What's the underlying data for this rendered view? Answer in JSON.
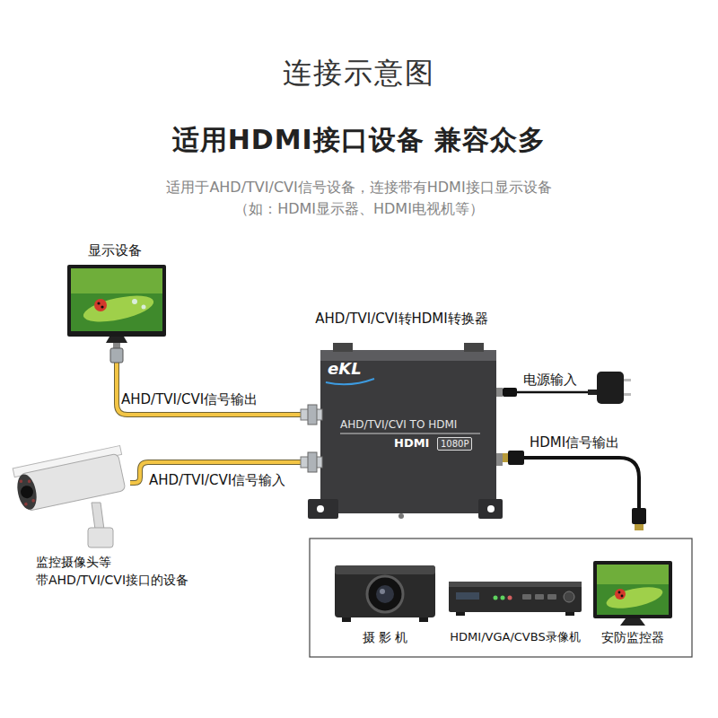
{
  "diagram": {
    "title": "连接示意图",
    "nodes": [
      {
        "text": [
          "显示设备"
        ]
      },
      {
        "text": [
          "AHD/TVI/CVI转HDMI转换器",
          "eKL",
          "AHD/TVI/CVI TO HDMI",
          "HDMI"
        ]
      },
      {
        "text": [
          "1080P"
        ],
        "in": 1
      },
      {
        "text": [
          "电源输入"
        ]
      },
      {
        "text": [
          "监控摄像头等",
          "带AHD/TVI/CVI接口的设备"
        ]
      },
      {
        "text": [
          "摄 影 机"
        ]
      },
      {
        "text": [
          "HDMI/VGA/CVBS录像机"
        ]
      },
      {
        "text": [
          "安防监控器"
        ]
      }
    ],
    "edges": [
      {
        "from": 1,
        "to": 0,
        "arrow": "none",
        "label": "AHD/TVI/CVI信号输出"
      },
      {
        "from": 3,
        "to": 1,
        "arrow": "none"
      },
      {
        "from": 4,
        "to": 1,
        "arrow": "none",
        "label": "AHD/TVI/CVI信号输入"
      }
    ],
    "labels": [
      "适用HDMI接口设备 兼容众多",
      "适用于AHD/TVI/CVI信号设备，连接带有HDMI接口显示设备",
      "（如：HDMI显示器、HDMI电视机等）",
      "HDMI信号输出"
    ]
  }
}
